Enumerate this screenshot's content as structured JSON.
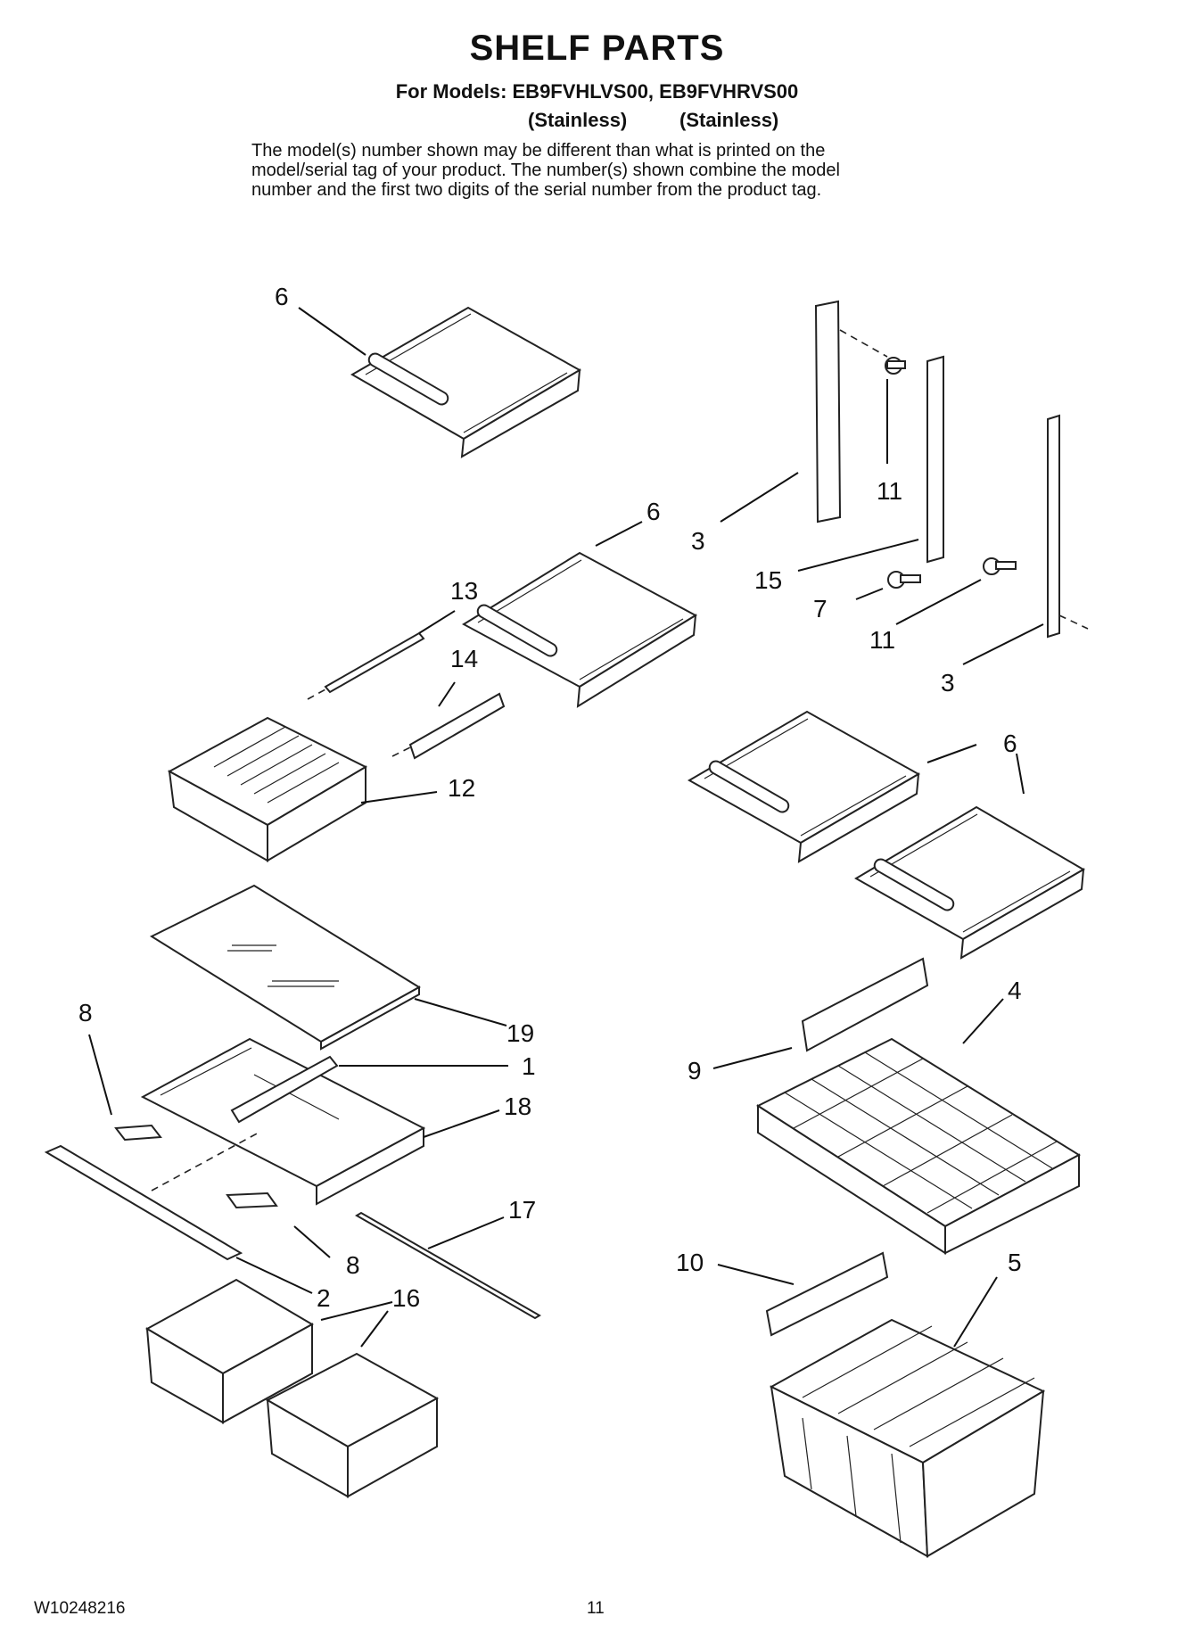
{
  "header": {
    "title": "SHELF PARTS",
    "models_line": "For Models: EB9FVHLVS00, EB9FVHRVS00",
    "finish_1": "(Stainless)",
    "finish_2": "(Stainless)",
    "note_lines": [
      "The model(s) number shown may be different than what is printed on the",
      "model/serial tag of your product. The number(s) shown combine the model",
      "number and the first two digits of the serial number from the product tag."
    ]
  },
  "callouts": {
    "c6a": "6",
    "c6b": "6",
    "c6c": "6",
    "c3a": "3",
    "c3b": "3",
    "c11a": "11",
    "c11b": "11",
    "c15": "15",
    "c7": "7",
    "c13": "13",
    "c14": "14",
    "c12": "12",
    "c19": "19",
    "c1": "1",
    "c18": "18",
    "c8a": "8",
    "c8b": "8",
    "c17": "17",
    "c2": "2",
    "c16": "16",
    "c9": "9",
    "c4": "4",
    "c10": "10",
    "c5": "5"
  },
  "footer": {
    "doc_number": "W10248216",
    "page_number": "11"
  }
}
